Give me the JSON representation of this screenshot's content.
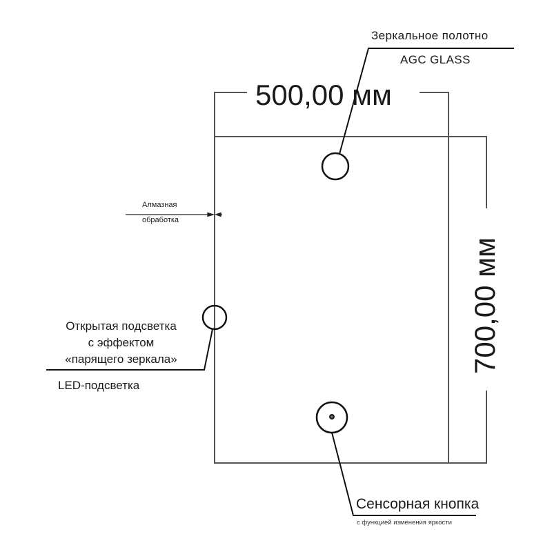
{
  "drawing": {
    "dimensions": {
      "width_label": "500,00 мм",
      "height_label": "700,00 мм"
    },
    "callouts": {
      "mirror": {
        "title": "Зеркальное полотно",
        "subtitle": "AGC GLASS"
      },
      "diamond_edge": {
        "line1": "Алмазная",
        "line2": "обработка"
      },
      "led": {
        "line1": "Открытая подсветка",
        "line2": "с эффектом",
        "line3": "«парящего зеркала»",
        "subtitle": "LED-подсветка"
      },
      "sensor": {
        "title": "Сенсорная кнопка",
        "subtitle": "с функцией изменения яркости"
      }
    },
    "colors": {
      "line": "#1a1a1a",
      "outline": "#5a5a5a",
      "background": "#ffffff"
    }
  }
}
